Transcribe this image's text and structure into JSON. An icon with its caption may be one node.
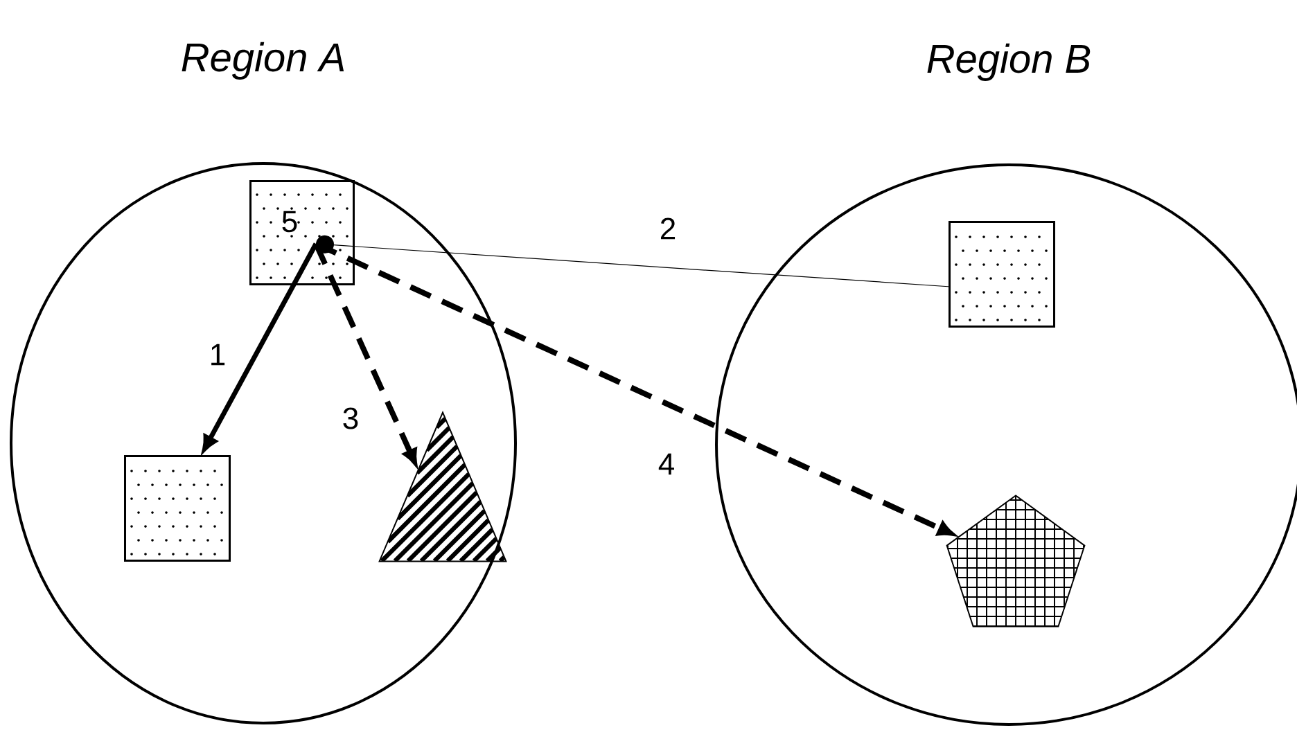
{
  "diagram": {
    "nodes": [
      {
        "text": [
          "Region A"
        ]
      },
      {
        "text": [
          "Region B"
        ]
      },
      {
        "text": [
          "5"
        ],
        "in": 0
      },
      {
        "text": [],
        "shape": "box",
        "in": 0
      },
      {
        "text": [],
        "shape": "triangle",
        "in": 0
      },
      {
        "text": [],
        "shape": "box",
        "in": 1
      },
      {
        "text": [],
        "shape": "pentagon",
        "in": 1
      }
    ],
    "edges": [
      {
        "from": 2,
        "to": 3,
        "arrow": "to",
        "label": "1"
      },
      {
        "from": 2,
        "to": 5,
        "arrow": "other",
        "label": "2"
      },
      {
        "from": 2,
        "to": 4,
        "arrow": "to",
        "label": "3",
        "style": "dashed"
      },
      {
        "from": 2,
        "to": 6,
        "arrow": "to",
        "label": "4",
        "style": "dashed"
      }
    ]
  }
}
